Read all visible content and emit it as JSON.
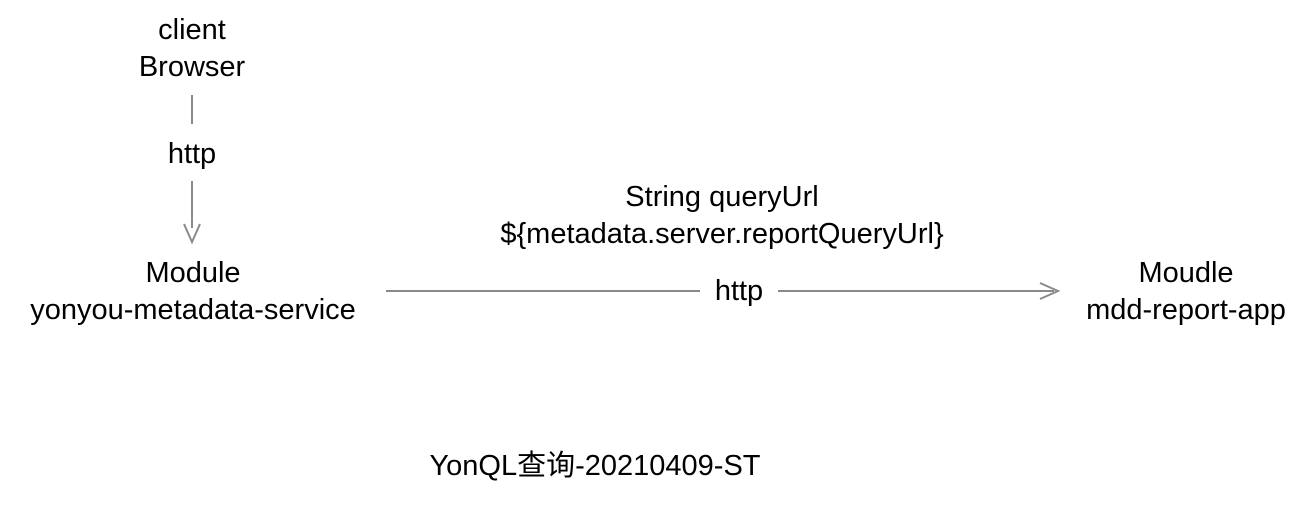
{
  "nodes": {
    "client": {
      "line1": "client",
      "line2": "Browser"
    },
    "metadata_service": {
      "line1": "Module",
      "line2": "yonyou-metadata-service"
    },
    "report_app": {
      "line1": "Moudle",
      "line2": "mdd-report-app"
    }
  },
  "edges": {
    "client_to_metadata": {
      "label": "http"
    },
    "metadata_to_report": {
      "label": "http"
    }
  },
  "annotation": {
    "line1": "String queryUrl",
    "line2": "${metadata.server.reportQueryUrl}"
  },
  "footer": {
    "title": "YonQL查询-20210409-ST"
  },
  "colors": {
    "connector": "#8a8a8a",
    "text": "#000000"
  }
}
